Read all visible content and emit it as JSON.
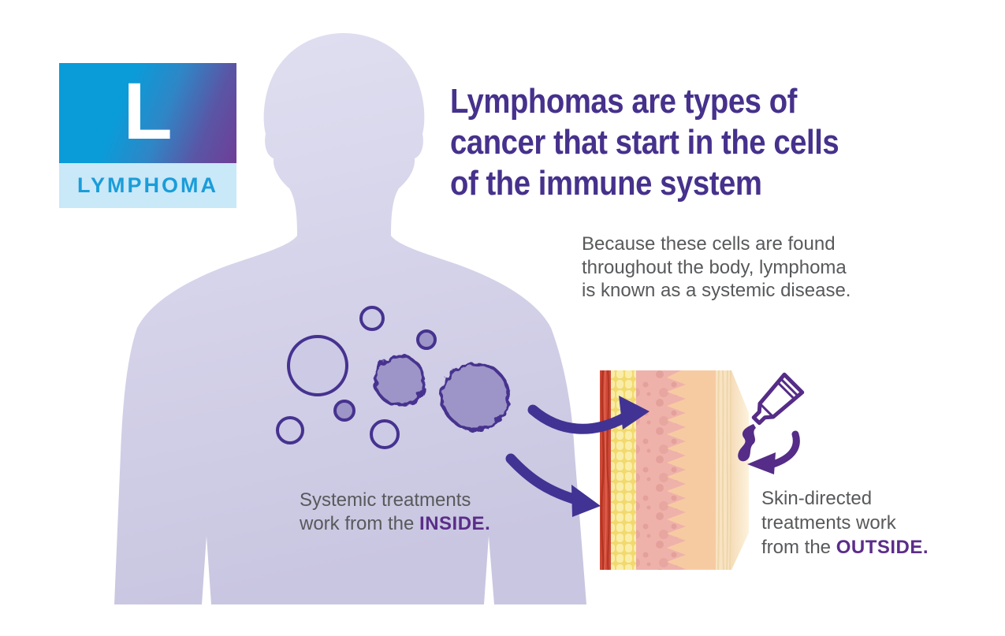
{
  "logo": {
    "letter": "L",
    "label": "LYMPHOMA"
  },
  "headline": {
    "lines": [
      "Lymphomas are types of",
      "cancer that start in the cells",
      "of the immune system"
    ]
  },
  "subtext": {
    "lines": [
      "Because these cells are found",
      "throughout the body, lymphoma",
      "is known as a systemic disease."
    ]
  },
  "captions": {
    "systemic": {
      "line1": "Systemic treatments",
      "line2_prefix": "work from the ",
      "line2_emphasis": "INSIDE."
    },
    "skin": {
      "line1": "Skin-directed",
      "line2": "treatments work",
      "line3_prefix": "from the ",
      "line3_emphasis": "OUTSIDE."
    }
  },
  "icons": {
    "body_silhouette": "lavender human head-and-torso silhouette",
    "lymphoma_cells": "8 circular cells, 2 with ragged malignant edges",
    "skin_cross_section": "skin block: muscle, fat, dermis, epidermis, surface",
    "systemic_arrows": "two curved arrows from body to skin",
    "ointment_tube": "tube squeezing ointment with curved arrow onto skin"
  },
  "colors": {
    "background": "#FFFFFF",
    "body_silhouette_top": "#E0DFF0",
    "body_silhouette_bottom": "#C9C6E1",
    "cell_outline": "#46328F",
    "cell_fill_light": "#CCCAE5",
    "cell_fill_dark": "#9D95C7",
    "headline_purple": "#46318C",
    "text_gray": "#58595B",
    "emphasis_purple": "#5B2D89",
    "arrow_blue_purple": "#413394",
    "ointment_violet": "#552C87",
    "logo_gradient_start": "#0A9CD9",
    "logo_gradient_end": "#6F3E97",
    "logo_band": "#C9E8F8",
    "logo_text": "#1A9DD9",
    "skin_muscle_red": "#CE4938",
    "skin_fat_yellow": "#F2D96E",
    "skin_dermis_pink": "#EFB2AB",
    "skin_epidermis_peach": "#F7CBA2",
    "skin_surface_cream": "#F8E3C2"
  }
}
